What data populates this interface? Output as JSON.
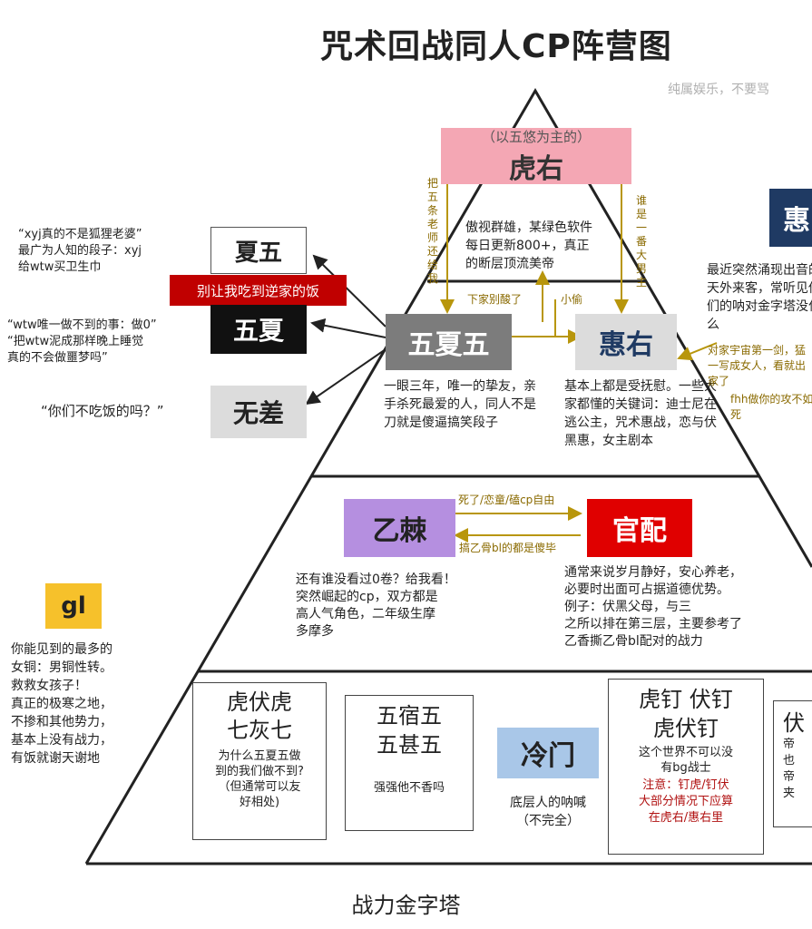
{
  "title": "咒术回战同人CP阵营图",
  "subtitle": "纯属娱乐，不要骂",
  "bottom_label": "战力金字塔",
  "colors": {
    "pink": "#f4a7b4",
    "gray": "#7c7c7c",
    "light_gray": "#dcdcdc",
    "navy": "#1f3a63",
    "purple": "#b58fe0",
    "red": "#e00000",
    "yellow": "#f6c12b",
    "light_blue": "#a9c7e8",
    "gold": "#b8960c",
    "dark_red": "#b01010"
  },
  "tier1": {
    "hu_you_sub": "（以五悠为主的）",
    "hu_you": "虎右",
    "desc": "傲视群雄，某绿色软件每日更新800+，真正的断层顶流美帝",
    "left_vertical": "把五条老师还给我",
    "right_vertical": "谁是一番大男主"
  },
  "hui_top": {
    "label": "惠",
    "desc": "最近突然涌现出音的天外来客，常听见他们的呐对金字塔没什么"
  },
  "tier2": {
    "wxw": "五夏五",
    "hui_you": "惠右",
    "arrow_left": "下家别酸了",
    "arrow_right": "小偷",
    "wxw_desc": "一眼三年，唯一的挚友，亲手杀死最爱的人，同人不是刀就是傻逼搞笑段子",
    "hui_you_desc": "基本上都是受抚慰。一些大家都懂的关键词：迪士尼在逃公主，咒术惠战，恋与伏黑惠，女主剧本",
    "side_note": "对家宇宙第一剑，猛一写成女人，看就出家了",
    "side_note2": "fhh做你的攻不如死"
  },
  "left_group": {
    "xia_wu": "夏五",
    "xia_wu_note": "“xyj真的不是狐狸老婆”\n最广为人知的段子：xyj\n给wtw买卫生巾",
    "banner": "别让我吃到逆家的饭",
    "wu_xia": "五夏",
    "wu_xia_note": "“wtw唯一做不到的事：做0”\n“把wtw泥成那样晚上睡觉\n真的不会做噩梦吗”",
    "wu_cha": "无差",
    "wu_cha_note": "“你们不吃饭的吗？”"
  },
  "tier3": {
    "yi_ji": "乙棘",
    "guan_pei": "官配",
    "arrow_top": "死了/恋童/磕cp自由",
    "arrow_bottom": "搞乙骨bl的都是傻毕",
    "yi_ji_desc": "还有谁没看过0卷？给我看！\n突然崛起的cp，双方都是\n高人气角色，二年级生摩\n多摩多",
    "guan_pei_desc": "通常来说岁月静好，安心养老，\n必要时出面可占据道德优势。\n例子：伏黑父母，与三\n之所以排在第三层，主要参考了\n乙香撕乙骨bl配对的战力"
  },
  "gl": {
    "label": "gl",
    "desc": "你能见到的最多的\n女铜：男铜性转。\n救救女孩子！\n真正的极寒之地，\n不掺和其他势力，\n基本上没有战力，\n有饭就谢天谢地"
  },
  "tier4": {
    "box1_title": "虎伏虎\n七灰七",
    "box1_desc": "为什么五夏五做\n到的我们做不到?\n（但通常可以友\n好相处)",
    "box2_title": "五宿五\n五甚五",
    "box2_desc": "强强他不香吗",
    "leng_men": "冷门",
    "leng_men_desc": "底层人的呐喊\n（不完全）",
    "box3_title": "虎钉 伏钉\n虎伏钉",
    "box3_desc": "这个世界不可以没\n有bg战士",
    "box3_note": "注意：钉虎/钉伏\n大部分情况下应算\n在虎右/惠右里",
    "box4_title": "伏",
    "box4_desc": "帝\n也\n帝\n夹"
  }
}
